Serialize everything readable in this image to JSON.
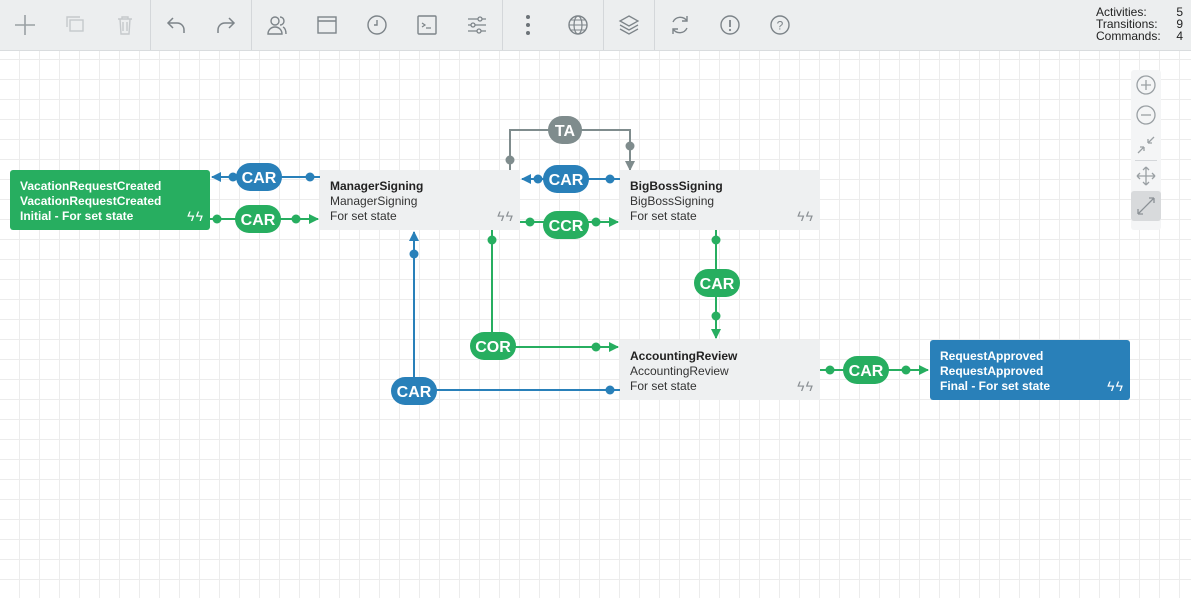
{
  "toolbar": {
    "groups": [
      [
        "plus-icon",
        "copy-icon",
        "trash-icon"
      ],
      [
        "undo-icon",
        "redo-icon"
      ],
      [
        "actors-icon",
        "window-icon",
        "clock-icon",
        "terminal-icon",
        "sliders-icon"
      ],
      [
        "more-vertical-icon",
        "globe-icon"
      ],
      [
        "layers-icon",
        "refresh-icon",
        "alert-icon",
        "help-icon"
      ]
    ]
  },
  "stats": {
    "activities_label": "Activities:",
    "activities": "5",
    "transitions_label": "Transitions:",
    "transitions": "9",
    "commands_label": "Commands:",
    "commands": "4"
  },
  "colors": {
    "green": "#27ae60",
    "blue": "#2980b9",
    "grey": "#7f8c8d",
    "node_grey": "#eef0f1"
  },
  "nodes": {
    "vacation": {
      "name": "VacationRequestCreated",
      "state": "VacationRequestCreated",
      "info": "Initial - For set state"
    },
    "manager": {
      "name": "ManagerSigning",
      "state": "ManagerSigning",
      "info": "For set state"
    },
    "bigboss": {
      "name": "BigBossSigning",
      "state": "BigBossSigning",
      "info": "For set state"
    },
    "accounting": {
      "name": "AccountingReview",
      "state": "AccountingReview",
      "info": "For set state"
    },
    "approved": {
      "name": "RequestApproved",
      "state": "RequestApproved",
      "info": "Final - For set state"
    }
  },
  "bolt_glyph": "ϟϟ",
  "transitions": {
    "ta": "TA",
    "car_back_top": "CAR",
    "car_forward": "CAR",
    "car_bigboss_back": "CAR",
    "ccr": "CCR",
    "car_down": "CAR",
    "cor": "COR",
    "car_accounting_back": "CAR",
    "car_approve": "CAR"
  }
}
